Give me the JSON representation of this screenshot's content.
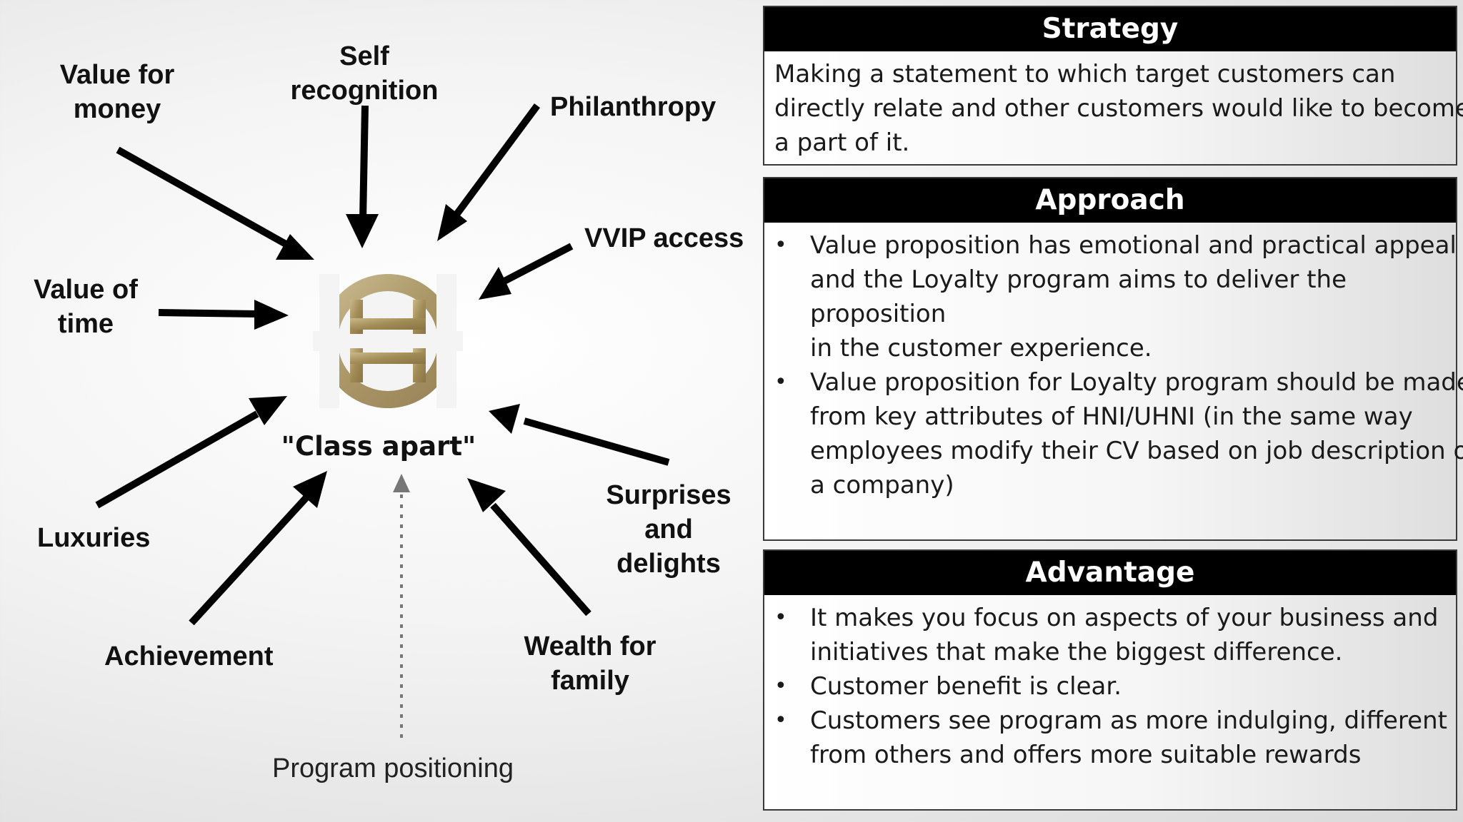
{
  "diagram": {
    "center_label": "\"Class apart\"",
    "footer_label": "Program positioning",
    "spokes": [
      {
        "id": "value-for-money",
        "lines": [
          "Value for",
          "money"
        ]
      },
      {
        "id": "self-recognition",
        "lines": [
          "Self",
          "recognition"
        ]
      },
      {
        "id": "philanthropy",
        "lines": [
          "Philanthropy"
        ]
      },
      {
        "id": "vvip-access",
        "lines": [
          "VVIP access"
        ]
      },
      {
        "id": "value-of-time",
        "lines": [
          "Value of",
          "time"
        ]
      },
      {
        "id": "luxuries",
        "lines": [
          "Luxuries"
        ]
      },
      {
        "id": "achievement",
        "lines": [
          "Achievement"
        ]
      },
      {
        "id": "wealth-for-family",
        "lines": [
          "Wealth for",
          "family"
        ]
      },
      {
        "id": "surprises-and-delights",
        "lines": [
          "Surprises",
          "and",
          "delights"
        ]
      }
    ]
  },
  "panels": {
    "strategy": {
      "title": "Strategy",
      "text_lines": [
        "Making a statement to which target customers can",
        "directly relate and other customers would like to become",
        "a part of it."
      ]
    },
    "approach": {
      "title": "Approach",
      "bullets": [
        [
          "Value proposition has emotional and practical appeal",
          "and the Loyalty program aims to deliver the",
          "proposition",
          "in the customer experience."
        ],
        [
          "Value proposition for Loyalty program should be made",
          "from key attributes of HNI/UHNI (in the same way",
          "employees modify their CV based on job description of",
          "a company)"
        ]
      ]
    },
    "advantage": {
      "title": "Advantage",
      "bullets": [
        [
          "It makes you focus on aspects of your business and",
          "initiatives that make the biggest difference."
        ],
        [
          "Customer benefit is clear."
        ],
        [
          "Customers see program as more indulging, different",
          "from others and offers more suitable rewards"
        ]
      ]
    }
  },
  "colors": {
    "arrow": "#000000",
    "header_bg": "#000000",
    "header_text": "#ffffff",
    "logo_gold": "#a8925e",
    "dotted_arrow": "#777777"
  }
}
